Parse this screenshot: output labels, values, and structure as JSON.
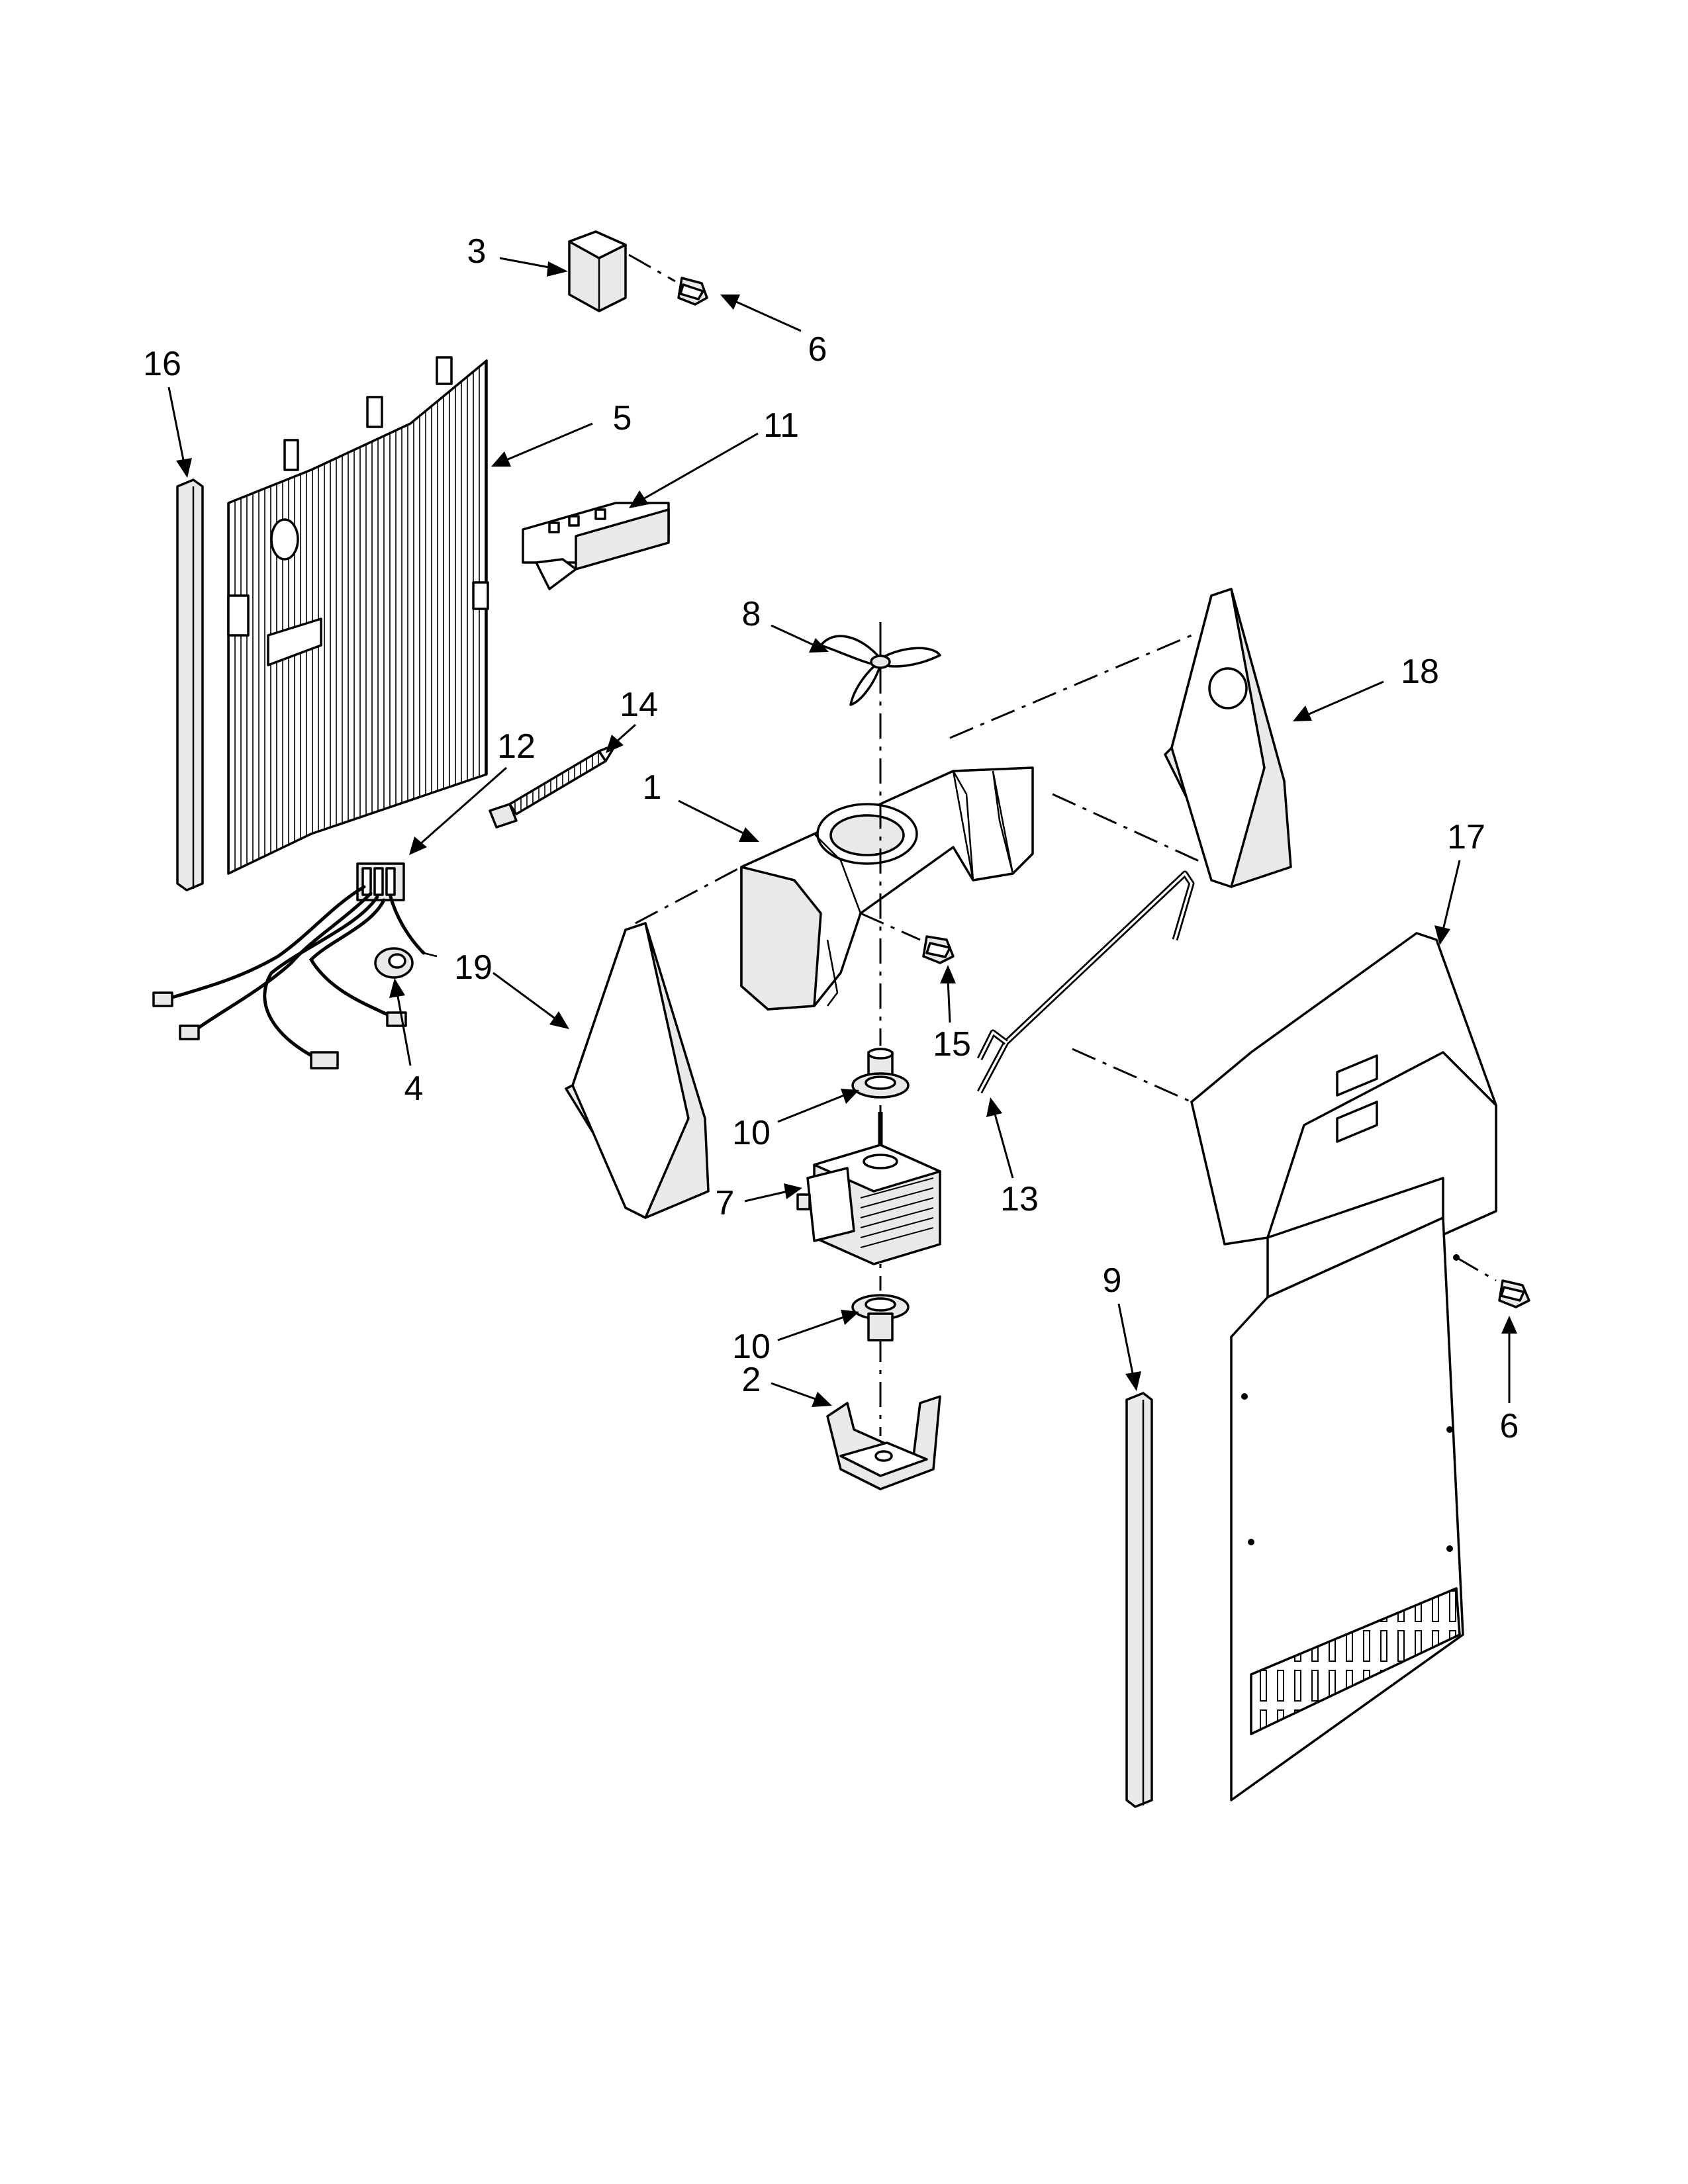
{
  "callouts": {
    "c1": "1",
    "c2": "2",
    "c3": "3",
    "c4": "4",
    "c5": "5",
    "c6a": "6",
    "c6b": "6",
    "c7": "7",
    "c8": "8",
    "c9": "9",
    "c10a": "10",
    "c10b": "10",
    "c11": "11",
    "c12": "12",
    "c13": "13",
    "c14": "14",
    "c15": "15",
    "c16": "16",
    "c17": "17",
    "c18": "18",
    "c19": "19"
  }
}
